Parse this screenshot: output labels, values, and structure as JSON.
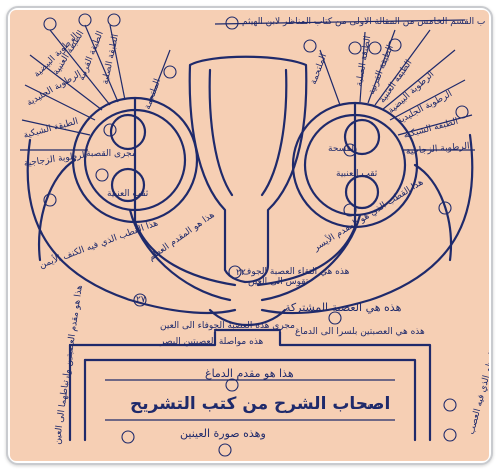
{
  "diagram": {
    "header": "ب القسم الخامس من المقالة الاولى من كتاب المناظر لابن الهيثم",
    "header_num": "①",
    "labels": {
      "sinus_left": "مجرى القصبة",
      "nerve_center": "الفسحة",
      "optic_junction": "هذه هي التقاء العصبة الجوف",
      "to_eye": "تقوس الى العين",
      "common_nerve": "هذه هي العصبة المشتركة",
      "from_eye": "مجرى هذه العصبة الجوفاء الى العين",
      "cross_caption": "هذه هي العصبتين بلسرا الى الدماغ",
      "bottom_pair": "هذه مواصلة العصبتين البصر",
      "brain_line": "هذا هو مقدم الدماغ",
      "bottom_title": "اصحاب الشرح من كتب التشريح",
      "bottom_title_dots": "ه ه ه",
      "footer": "وهذه صورة العينين",
      "left_side": "هذا هو المقدم العظم",
      "left_side2": "هذا القطب الذي فيه الكنف الأيمن",
      "right_side": "هذا القطب الذي هو المقدم الأيسر",
      "left_vertical": "هذا هو مقدم العصبتين وارتباطهما الى العين",
      "right_vertical": "هذا هو العظم الذي فيه العصب",
      "ray_left_1": "الطبقة الصلبة",
      "ray_left_2": "الطبقة القرنية",
      "ray_left_3": "الطبقة العنبية",
      "ray_left_4": "الرطوبة البيضية",
      "ray_left_5": "الرطوبة الجليدية",
      "ray_left_6": "الطبقة الشبكية",
      "ray_left_7": "الرطوبة الزجاجية",
      "ray_left_8": "الملتحمة",
      "ray_right_1": "الطبقة الصلبة",
      "ray_right_2": "الطبقة القرنية",
      "ray_right_3": "الطبقة العنبية",
      "ray_right_4": "الرطوبة البيضية",
      "ray_right_5": "الرطوبة الجليدية",
      "ray_right_6": "الطبقة الشبكية",
      "ray_right_7": "الرطوبة الزجاجية",
      "ray_right_8": "الملتحمة",
      "inner_left": "ثقب العنبية",
      "inner_right": "ثقب العنبية",
      "mid_num": "٢٢",
      "cross_num": "٢٧"
    }
  }
}
